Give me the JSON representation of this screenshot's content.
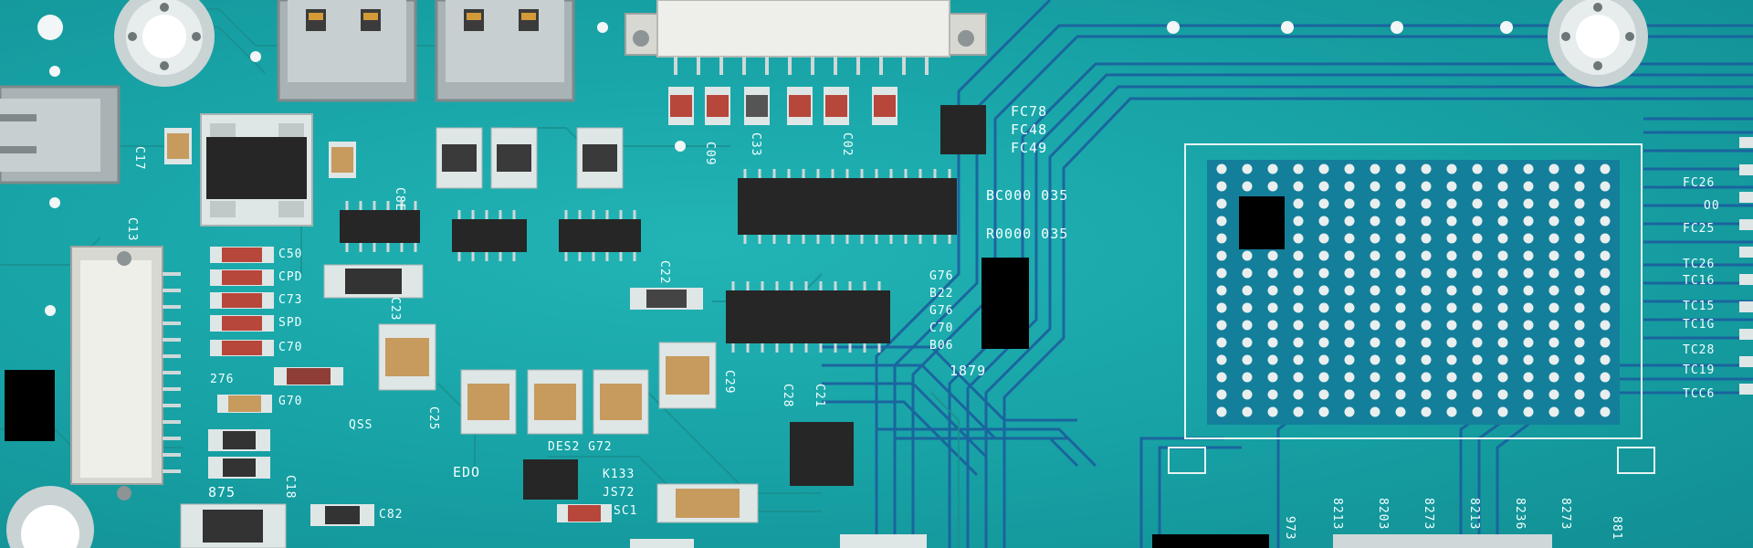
{
  "colors": {
    "board": "#1aa3a6",
    "trace": "#1b5f9e",
    "silkscreen": "#f2ffff",
    "chip": "#262626",
    "pad": "#cfd8d8",
    "resistor_red": "#b7463b",
    "capacitor_tan": "#c79a5e"
  },
  "labels": {
    "fc78": "FC78",
    "fc48": "FC48",
    "fc49": "FC49",
    "bc000": "BC000 035",
    "r0000": "R0000 035",
    "g76a": "G76",
    "b22": "B22",
    "g76b": "G76",
    "c70b": "C70",
    "b06": "B06",
    "n1879": "1879",
    "c50": "C50",
    "cpd": "CPD",
    "c73": "C73",
    "spd": "SPD",
    "c70": "C70",
    "n276": "276",
    "g70": "G70",
    "qss": "QSS",
    "n875": "875",
    "edo": "EDO",
    "k133": "K133",
    "js72": "JS72",
    "sc1": "SC1",
    "c82": "C82",
    "des2": "DES2 G72",
    "fc26": "FC26",
    "o0": "O0",
    "fc25": "FC25",
    "tc26a": "TC26",
    "tc16": "TC16",
    "tc15": "TC15",
    "tc1g": "TC1G",
    "tc28": "TC28",
    "tc19": "TC19",
    "tcc6": "TCC6",
    "c13": "C13",
    "c25": "C25",
    "c23": "C23",
    "c29": "C29",
    "c28": "C28",
    "c21": "C21",
    "n973": "973",
    "n8213": "8213",
    "n8203": "8203",
    "n8273": "8273",
    "n8213b": "8213",
    "n8236": "8236",
    "n8273b": "8273",
    "n881": "881",
    "c09": "C09",
    "c17": "C17",
    "c33": "C33",
    "c02": "C02",
    "c18": "C18",
    "c8e": "C8E",
    "c22": "C22"
  },
  "icons": [
    "mounting-hole-icon",
    "usb-port-icon",
    "ic-chip-icon",
    "smd-resistor-icon",
    "smd-capacitor-icon",
    "bga-grid-icon",
    "ribbon-connector-icon"
  ]
}
